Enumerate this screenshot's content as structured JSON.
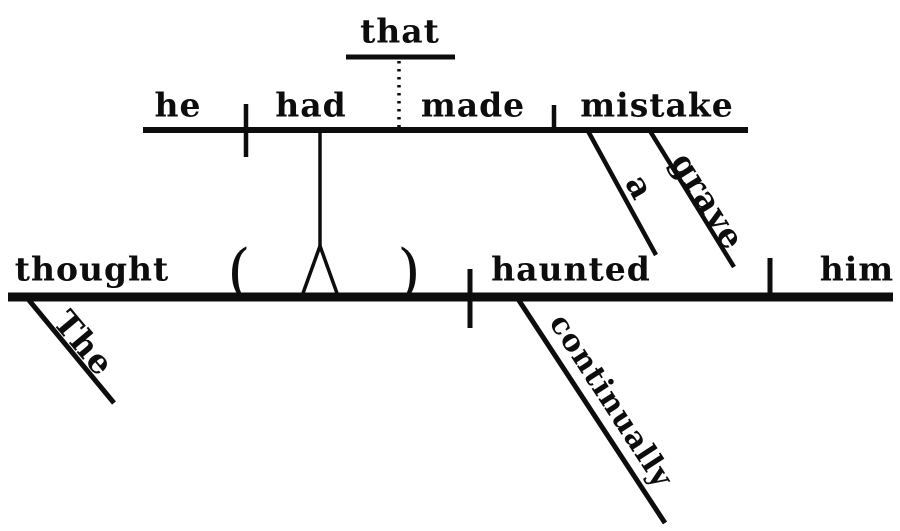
{
  "main_clause": {
    "subject": "thought",
    "subject_modifier": "The",
    "verb": "haunted",
    "adverb": "continually",
    "object": "him",
    "open_paren": "(",
    "close_paren": ")"
  },
  "noun_clause": {
    "conjunction": "that",
    "subject": "he",
    "aux_verb": "had",
    "main_verb": "made",
    "object": "mistake",
    "article": "a",
    "adjective": "grave"
  }
}
